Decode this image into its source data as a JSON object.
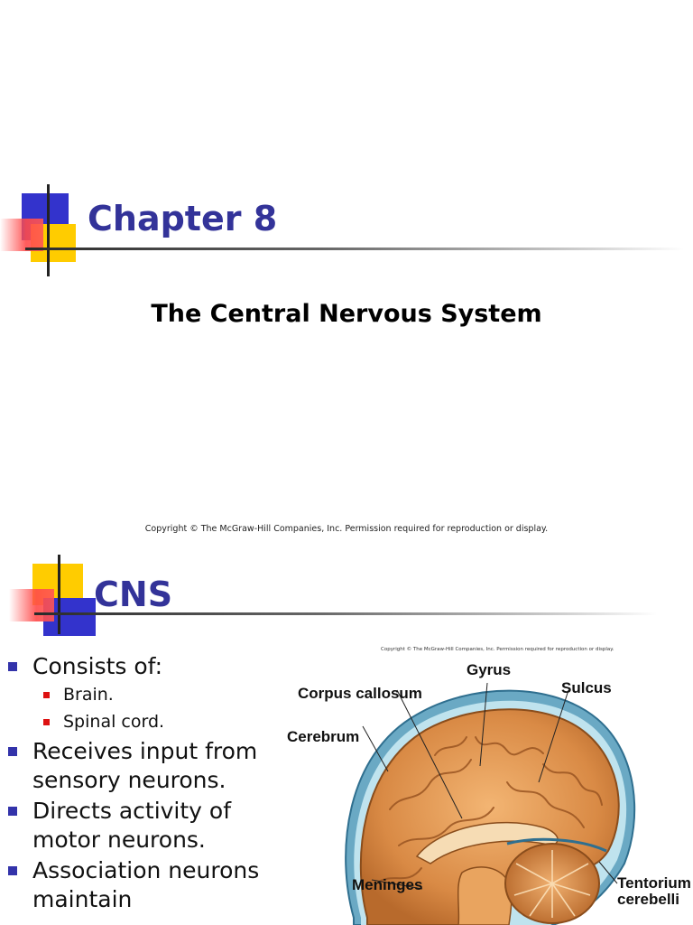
{
  "slide1": {
    "title": "Chapter 8",
    "subtitle": "The Central Nervous System",
    "copyright": "Copyright © The McGraw-Hill Companies, Inc. Permission required for reproduction or display."
  },
  "slide2": {
    "title": "CNS",
    "bullets": [
      {
        "level": 1,
        "text": "Consists of:"
      },
      {
        "level": 2,
        "text": "Brain."
      },
      {
        "level": 2,
        "text": "Spinal cord."
      },
      {
        "level": 1,
        "text": "Receives input from sensory neurons."
      },
      {
        "level": 1,
        "text": "Directs activity of motor neurons."
      },
      {
        "level": 1,
        "text": "Association neurons maintain"
      }
    ],
    "figure": {
      "copyright": "Copyright © The McGraw-Hill Companies, Inc. Permission required for reproduction or display.",
      "labels": {
        "gyrus": "Gyrus",
        "corpus_callosum": "Corpus callosum",
        "sulcus": "Sulcus",
        "cerebrum": "Cerebrum",
        "meninges": "Meninges",
        "tentorium": "Tentorium",
        "cerebelli": "cerebelli"
      }
    }
  },
  "colors": {
    "title": "#333399",
    "deco_blue": "#3333cc",
    "deco_yellow": "#ffcc00",
    "deco_red": "#ff3333",
    "bullet_l1": "#3333aa",
    "bullet_l2": "#dd1111"
  }
}
